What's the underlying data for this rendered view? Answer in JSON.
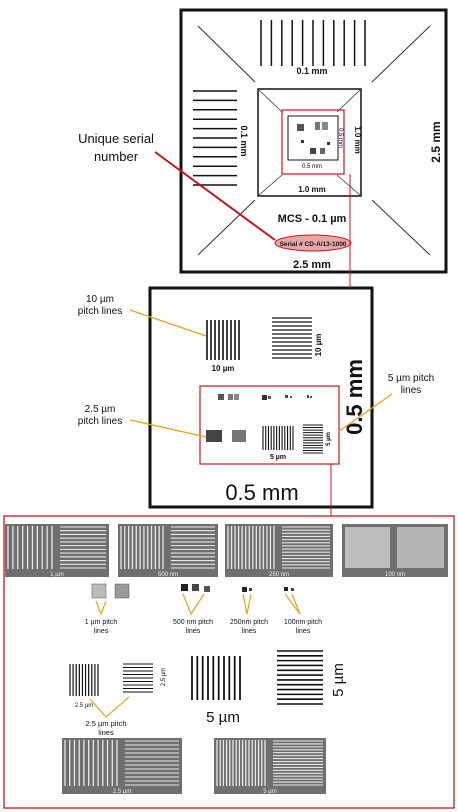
{
  "colors": {
    "accent_red": "#c8141e",
    "annotation_orange": "#e8a21a",
    "frame": "#111111",
    "sem_gray": "#6f6f6f"
  },
  "top": {
    "label_01_top": "0.1 mm",
    "label_01_left": "0.1 mm",
    "label_10_right": "1.0 mm",
    "label_10_bottom": "1.0 mm",
    "label_05_inner": "0.5 mm",
    "label_25_right": "2.5 mm",
    "label_25_bottom": "2.5 mm",
    "title": "MCS - 0.1 µm",
    "serial": "Serial # CD-A/13-1000",
    "serial_callout_line1": "Unique serial",
    "serial_callout_line2": "number"
  },
  "middle": {
    "label_10um_left": "10 µm",
    "label_10um_right": "10 µm",
    "label_05_right": "0.5 mm",
    "label_05_bottom": "0.5 mm",
    "label_5um_inner": "5 µm",
    "label_5um_inner_right": "5 µm",
    "callout_10um_line1": "10 µm",
    "callout_10um_line2": "pitch lines",
    "callout_25um_line1": "2.5 µm",
    "callout_25um_line2": "pitch lines",
    "callout_5um_line1": "5 µm pitch",
    "callout_5um_line2": "lines"
  },
  "bottom": {
    "sem_labels": [
      "1 µm",
      "500 nm",
      "250 nm",
      "100 nm"
    ],
    "pitch_1um": [
      "1 µm pitch",
      "lines"
    ],
    "pitch_500nm": [
      "500 nm pitch",
      "lines"
    ],
    "pitch_250nm": [
      "250nm pitch",
      "lines"
    ],
    "pitch_100nm": [
      "100nm pitch",
      "lines"
    ],
    "small_25_left": "2.5 µm",
    "small_25_right": "2.5 µm",
    "pitch_25um": [
      "2.5 µm pitch",
      "lines"
    ],
    "big_5um_bottom": "5 µm",
    "big_5um_right": "5 µm",
    "sem_bottom_labels": [
      "2.5 µm",
      "5 µm"
    ]
  }
}
